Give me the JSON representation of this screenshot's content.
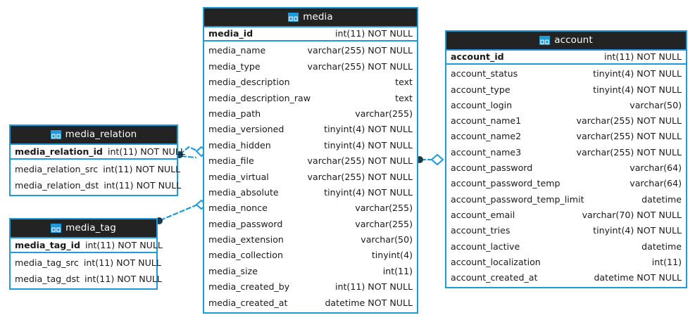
{
  "diagram": {
    "type": "entity-relationship-diagram",
    "colors": {
      "entity_border": "#1e9bd7",
      "header_background": "#232323",
      "header_text": "#ffffff",
      "link": "#1e9bd7",
      "row_text": "#1a1a1a",
      "background": "#ffffff"
    },
    "icon_name": "table-icon"
  },
  "entities": [
    {
      "id": "media",
      "name": "media",
      "icon": "table-icon",
      "primary_key": {
        "field": "media_id",
        "type": "int(11) NOT NULL"
      },
      "fields": [
        {
          "field": "media_name",
          "type": "varchar(255) NOT NULL"
        },
        {
          "field": "media_type",
          "type": "varchar(255) NOT NULL"
        },
        {
          "field": "media_description",
          "type": "text"
        },
        {
          "field": "media_description_raw",
          "type": "text"
        },
        {
          "field": "media_path",
          "type": "varchar(255)"
        },
        {
          "field": "media_versioned",
          "type": "tinyint(4) NOT NULL"
        },
        {
          "field": "media_hidden",
          "type": "tinyint(4) NOT NULL"
        },
        {
          "field": "media_file",
          "type": "varchar(255) NOT NULL"
        },
        {
          "field": "media_virtual",
          "type": "varchar(255) NOT NULL"
        },
        {
          "field": "media_absolute",
          "type": "tinyint(4) NOT NULL"
        },
        {
          "field": "media_nonce",
          "type": "varchar(255)"
        },
        {
          "field": "media_password",
          "type": "varchar(255)"
        },
        {
          "field": "media_extension",
          "type": "varchar(50)"
        },
        {
          "field": "media_collection",
          "type": "tinyint(4)"
        },
        {
          "field": "media_size",
          "type": "int(11)"
        },
        {
          "field": "media_created_by",
          "type": "int(11) NOT NULL"
        },
        {
          "field": "media_created_at",
          "type": "datetime NOT NULL"
        }
      ]
    },
    {
      "id": "account",
      "name": "account",
      "icon": "table-icon",
      "primary_key": {
        "field": "account_id",
        "type": "int(11) NOT NULL"
      },
      "fields": [
        {
          "field": "account_status",
          "type": "tinyint(4) NOT NULL"
        },
        {
          "field": "account_type",
          "type": "tinyint(4) NOT NULL"
        },
        {
          "field": "account_login",
          "type": "varchar(50)"
        },
        {
          "field": "account_name1",
          "type": "varchar(255) NOT NULL"
        },
        {
          "field": "account_name2",
          "type": "varchar(255) NOT NULL"
        },
        {
          "field": "account_name3",
          "type": "varchar(255) NOT NULL"
        },
        {
          "field": "account_password",
          "type": "varchar(64)"
        },
        {
          "field": "account_password_temp",
          "type": "varchar(64)"
        },
        {
          "field": "account_password_temp_limit",
          "type": "datetime"
        },
        {
          "field": "account_email",
          "type": "varchar(70) NOT NULL"
        },
        {
          "field": "account_tries",
          "type": "tinyint(4) NOT NULL"
        },
        {
          "field": "account_lactive",
          "type": "datetime"
        },
        {
          "field": "account_localization",
          "type": "int(11)"
        },
        {
          "field": "account_created_at",
          "type": "datetime NOT NULL"
        }
      ]
    },
    {
      "id": "media_relation",
      "name": "media_relation",
      "icon": "table-icon",
      "primary_key": {
        "field": "media_relation_id",
        "type": "int(11) NOT NULL"
      },
      "fields": [
        {
          "field": "media_relation_src",
          "type": "int(11) NOT NULL"
        },
        {
          "field": "media_relation_dst",
          "type": "int(11) NOT NULL"
        }
      ]
    },
    {
      "id": "media_tag",
      "name": "media_tag",
      "icon": "table-icon",
      "primary_key": {
        "field": "media_tag_id",
        "type": "int(11) NOT NULL"
      },
      "fields": [
        {
          "field": "media_tag_src",
          "type": "int(11) NOT NULL"
        },
        {
          "field": "media_tag_dst",
          "type": "int(11) NOT NULL"
        }
      ]
    }
  ],
  "relationships": [
    {
      "id": "rel-media_relation-media-a",
      "from": "media_relation",
      "to": "media",
      "source_marker": "filled-circle",
      "target_marker": "open-diamond",
      "style": "dashed"
    },
    {
      "id": "rel-media_relation-media-b",
      "from": "media_relation",
      "to": "media",
      "source_marker": "filled-circle",
      "target_marker": "open-diamond",
      "style": "dashed"
    },
    {
      "id": "rel-media_tag-media",
      "from": "media_tag",
      "to": "media",
      "source_marker": "filled-circle",
      "target_marker": "open-diamond",
      "style": "dashed"
    },
    {
      "id": "rel-media-account",
      "from": "media",
      "to": "account",
      "source_marker": "filled-circle",
      "target_marker": "open-diamond",
      "style": "dashed"
    }
  ]
}
